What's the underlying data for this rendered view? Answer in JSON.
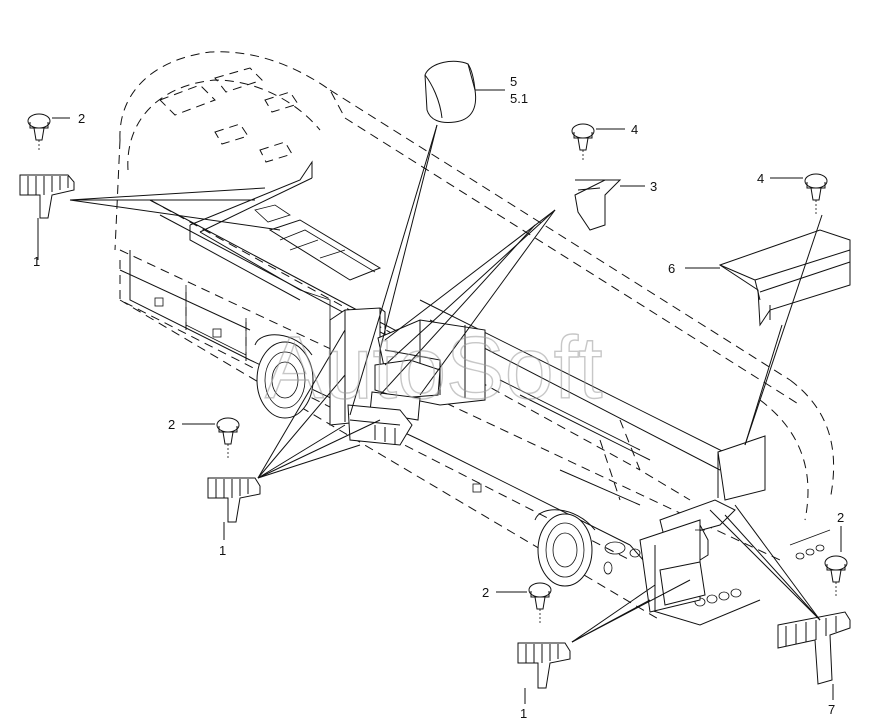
{
  "watermark": "AutoSoft",
  "callouts": {
    "c1_left": "1",
    "c1_mid": "1",
    "c1_bottom": "1",
    "c2_top_left": "2",
    "c2_mid_left": "2",
    "c2_bottom": "2",
    "c2_right": "2",
    "c3": "3",
    "c4_top": "4",
    "c4_right": "4",
    "c5": "5",
    "c5_1": "5.1",
    "c6": "6",
    "c7": "7"
  }
}
